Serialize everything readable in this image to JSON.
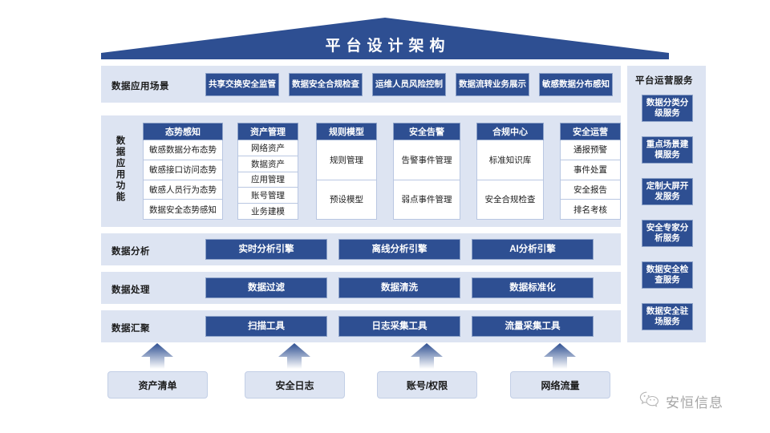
{
  "title": "平台设计架构",
  "rows": {
    "scenarios": {
      "label": "数据应用场景",
      "items": [
        "共享交换安全监管",
        "数据安全合规检查",
        "运维人员风险控制",
        "数据流转业务展示",
        "敏感数据分布感知"
      ]
    },
    "functions": {
      "label": "数据应用功能",
      "columns": [
        {
          "header": "态势感知",
          "items": [
            "敏感数据分布态势",
            "敏感接口访问态势",
            "敏感人员行为态势",
            "数据安全态势感知"
          ]
        },
        {
          "header": "资产管理",
          "items": [
            "网络资产",
            "数据资产",
            "应用管理",
            "账号管理",
            "业务建模"
          ]
        },
        {
          "header": "规则模型",
          "items": [
            "规则管理",
            "预设模型"
          ]
        },
        {
          "header": "安全告警",
          "items": [
            "告警事件管理",
            "弱点事件管理"
          ]
        },
        {
          "header": "合规中心",
          "items": [
            "标准知识库",
            "安全合规检查"
          ]
        },
        {
          "header": "安全运营",
          "items": [
            "通报预警",
            "事件处置",
            "安全报告",
            "排名考核"
          ]
        }
      ]
    },
    "analysis": {
      "label": "数据分析",
      "items": [
        "实时分析引擎",
        "离线分析引擎",
        "AI分析引擎"
      ]
    },
    "processing": {
      "label": "数据处理",
      "items": [
        "数据过滤",
        "数据清洗",
        "数据标准化"
      ]
    },
    "collection": {
      "label": "数据汇聚",
      "items": [
        "扫描工具",
        "日志采集工具",
        "流量采集工具"
      ]
    }
  },
  "sidebar": {
    "title": "平台运营服务",
    "items": [
      "数据分类分级服务",
      "重点场景建模服务",
      "定制大屏开发服务",
      "安全专家分析服务",
      "数据安全检查服务",
      "数据安全驻场服务"
    ]
  },
  "sources": [
    "资产清单",
    "安全日志",
    "账号/权限",
    "网络流量"
  ],
  "watermark": {
    "text": "安恒信息",
    "icon": "wechat-icon"
  },
  "colors": {
    "navy": "#2e4f92",
    "band": "#dde4f2",
    "cell_border": "#b9c7e2",
    "page_bg": "#ffffff"
  }
}
